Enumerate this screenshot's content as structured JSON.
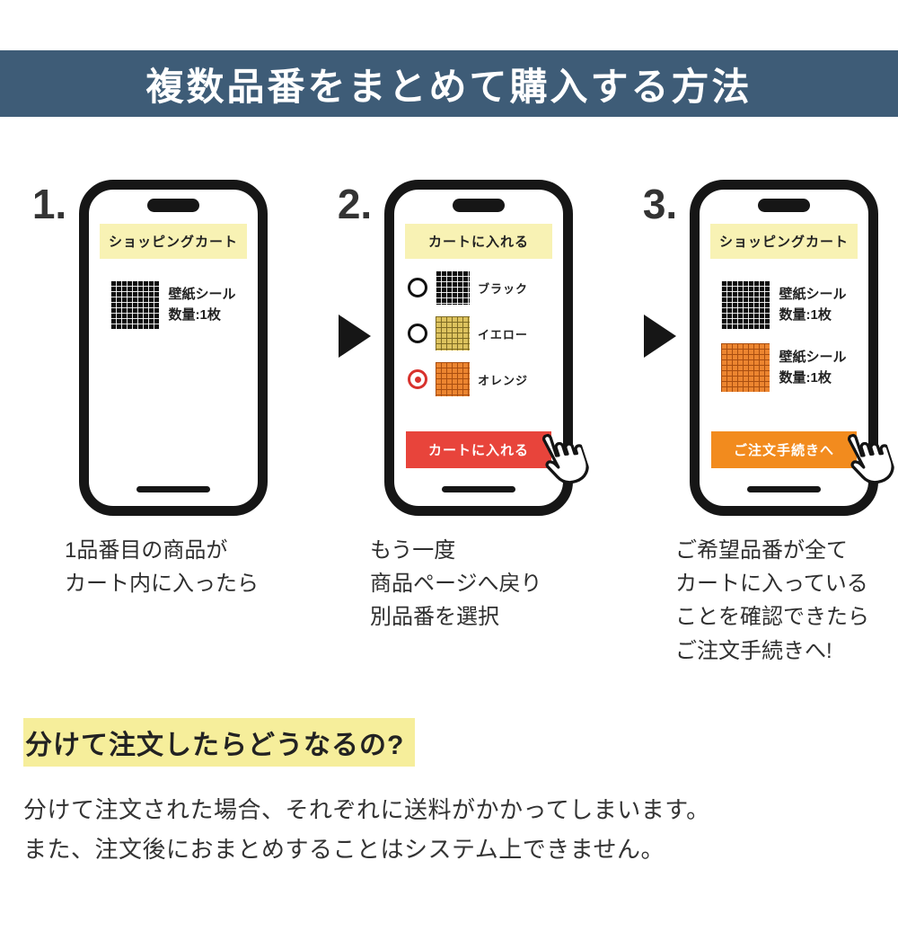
{
  "header": {
    "title": "複数品番をまとめて購入する方法"
  },
  "steps": [
    {
      "number": "1.",
      "banner": "ショッピングカート",
      "products": [
        {
          "swatch": "black-grid-swatch",
          "name": "壁紙シール",
          "qty": "数量:1枚"
        }
      ],
      "caption": "1品番目の商品が\nカート内に入ったら"
    },
    {
      "number": "2.",
      "banner": "カートに入れる",
      "options": [
        {
          "swatch": "black-grid-swatch",
          "label": "ブラック",
          "selected": false
        },
        {
          "swatch": "yellow-grid-swatch",
          "label": "イエロー",
          "selected": false
        },
        {
          "swatch": "orange-grid-swatch",
          "label": "オレンジ",
          "selected": true
        }
      ],
      "button": "カートに入れる",
      "caption": "もう一度\n商品ページへ戻り\n別品番を選択"
    },
    {
      "number": "3.",
      "banner": "ショッピングカート",
      "products": [
        {
          "swatch": "black-grid-swatch",
          "name": "壁紙シール",
          "qty": "数量:1枚"
        },
        {
          "swatch": "orange-grid-swatch",
          "name": "壁紙シール",
          "qty": "数量:1枚"
        }
      ],
      "button": "ご注文手続きへ",
      "caption": "ご希望品番が全て\nカートに入っている\nことを確認できたら\nご注文手続きへ!"
    }
  ],
  "footer": {
    "heading": "分けて注文したらどうなるの?",
    "body": "分けて注文された場合、それぞれに送料がかかってしまいます。\nまた、注文後におまとめすることはシステム上できません。"
  },
  "icons": {
    "arrow": "next-step-arrow-icon",
    "hand": "cursor-hand-icon"
  },
  "colors": {
    "header_bg": "#3e5c77",
    "banner_bg": "#f8f2b4",
    "add_to_cart_button": "#e8443b",
    "checkout_button": "#f28b1e",
    "radio_selected": "#d8322d",
    "heading_highlight": "#f6ee9b"
  }
}
